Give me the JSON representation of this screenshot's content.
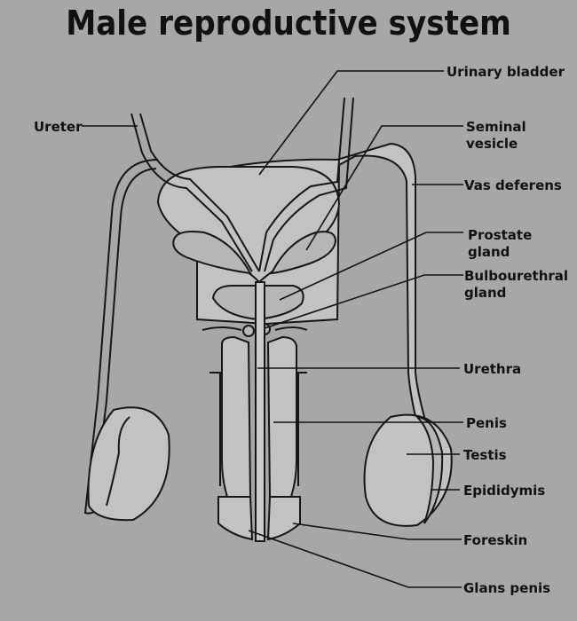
{
  "title": "Male reproductive system",
  "labels": {
    "urinary_bladder": "Urinary bladder",
    "ureter": "Ureter",
    "seminal_vesicle_1": "Seminal",
    "seminal_vesicle_2": "vesicle",
    "vas_deferens": "Vas deferens",
    "prostate_1": "Prostate",
    "prostate_2": "gland",
    "bulbo_1": "Bulbourethral",
    "bulbo_2": "gland",
    "urethra": "Urethra",
    "penis": "Penis",
    "testis": "Testis",
    "epididymis": "Epididymis",
    "foreskin": "Foreskin",
    "glans": "Glans penis"
  },
  "colors": {
    "background": "#a7a7a7",
    "organ_fill": "#c2c2c2",
    "outline": "#161616"
  }
}
